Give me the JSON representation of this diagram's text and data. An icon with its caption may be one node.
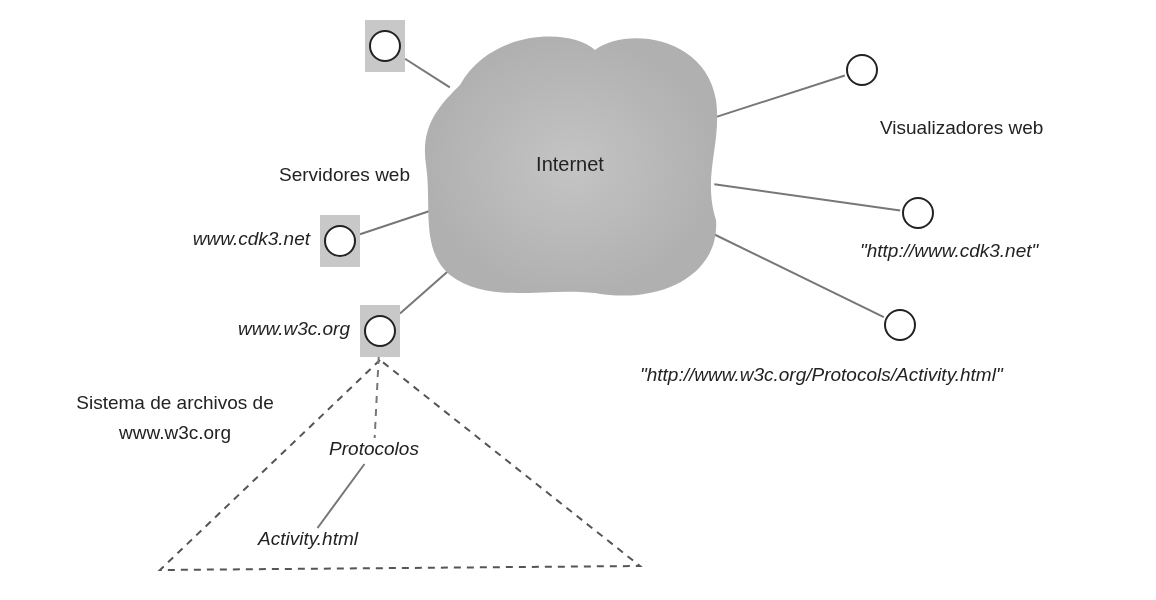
{
  "diagram": {
    "nodes": [
      {
        "text": [
          "Internet"
        ]
      },
      {
        "text": [],
        "shape": "circle"
      },
      {
        "text": [],
        "shape": "circle",
        "beside": [
          "www.cdk3.net"
        ]
      },
      {
        "text": [],
        "shape": "circle",
        "beside": [
          "www.w3c.org"
        ]
      },
      {
        "text": [],
        "shape": "circle"
      },
      {
        "text": [],
        "shape": "circle",
        "beside": [
          "\"http://www.cdk3.net\""
        ]
      },
      {
        "text": [],
        "shape": "circle",
        "beside": [
          "\"http://www.w3c.org/Protocols/Activity.html\""
        ]
      },
      {
        "text": [
          "Protocolos"
        ]
      },
      {
        "text": [
          "Activity.html"
        ]
      }
    ],
    "edges": [
      {
        "from": 1,
        "to": 0,
        "arrow": "none"
      },
      {
        "from": 2,
        "to": 0,
        "arrow": "none"
      },
      {
        "from": 3,
        "to": 0,
        "arrow": "none"
      },
      {
        "from": 0,
        "to": 4,
        "arrow": "none"
      },
      {
        "from": 0,
        "to": 5,
        "arrow": "none"
      },
      {
        "from": 0,
        "to": 6,
        "arrow": "none"
      },
      {
        "from": 3,
        "to": 7,
        "arrow": "none",
        "style": "dashed"
      },
      {
        "from": 7,
        "to": 8,
        "arrow": "none"
      }
    ],
    "labels": [
      "Servidores web",
      "Visualizadores web",
      "Sistema de archivos de www.w3c.org"
    ]
  }
}
